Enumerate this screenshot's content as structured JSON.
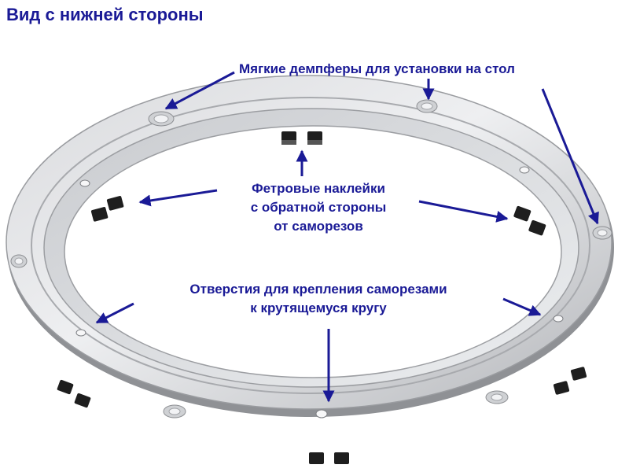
{
  "title": "Вид с нижней стороны",
  "labels": {
    "dampers": "Мягкие демпферы для установки на стол",
    "felt": [
      "Фетровые наклейки",
      "с обратной стороны",
      "от саморезов"
    ],
    "holes": [
      "Отверстия для крепления саморезами",
      "к крутящемуся кругу"
    ]
  },
  "colors": {
    "text": "#1a1a96",
    "arrow": "#1a1a96",
    "ring_light": "#e6e7ea",
    "ring_mid": "#c4c6ca",
    "ring_dark": "#8a8c90",
    "pad": "#1e1e1e"
  }
}
